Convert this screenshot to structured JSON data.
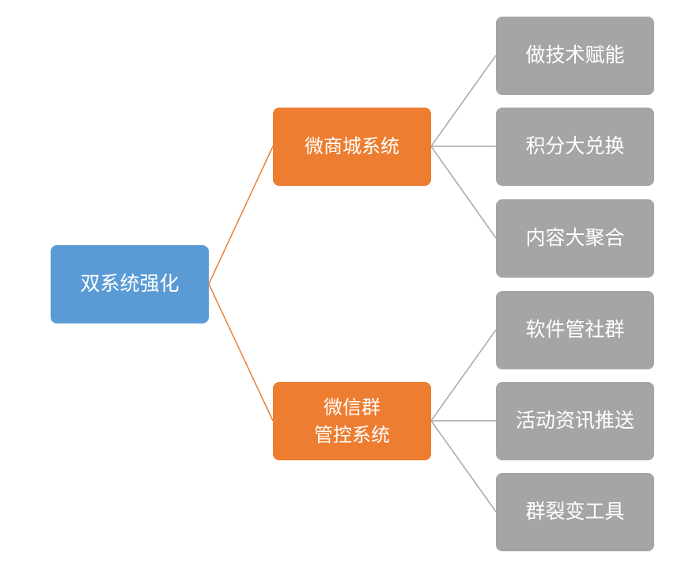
{
  "root": {
    "label": "双系统强化"
  },
  "branches": [
    {
      "label": "微商城系统",
      "children": [
        "做技术赋能",
        "积分大兑换",
        "内容大聚合"
      ]
    },
    {
      "label_lines": [
        "微信群",
        "管控系统"
      ],
      "children": [
        "软件管社群",
        "活动资讯推送",
        "群裂变工具"
      ]
    }
  ],
  "colors": {
    "root": "#5b9bd5",
    "branch": "#ed7d31",
    "leaf": "#a5a5a5",
    "root_connector": "#ed7d31",
    "leaf_connector": "#a5a5a5"
  }
}
